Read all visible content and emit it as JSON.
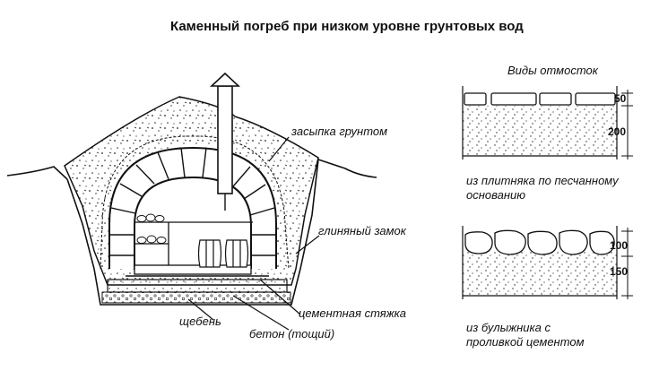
{
  "title": "Каменный погреб при низком уровне грунтовых вод",
  "labels": {
    "backfill": "засыпка грунтом",
    "clay_lock": "глиняный замок",
    "screed": "цементная стяжка",
    "crushed_stone": "щебень",
    "lean_concrete": "бетон (тощий)"
  },
  "blind_area": {
    "heading": "Виды отмосток",
    "paving_caption_1": "из плитняка по песчанному",
    "paving_caption_2": "основанию",
    "paving_dims": [
      "50",
      "200"
    ],
    "cobble_caption_1": "из булыжника с",
    "cobble_caption_2": "проливкой цементом",
    "cobble_dims": [
      "100",
      "150"
    ]
  }
}
